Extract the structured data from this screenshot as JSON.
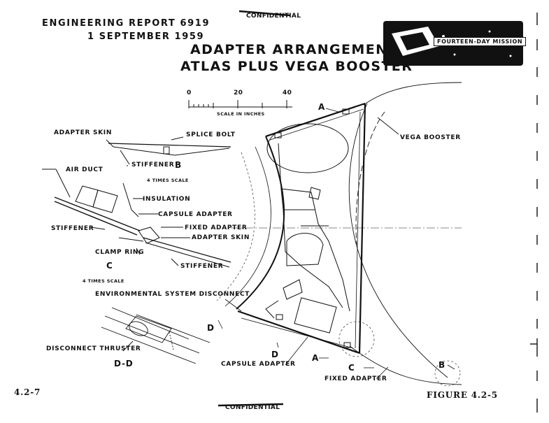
{
  "header": {
    "report": "ENGINEERING REPORT 6919",
    "date": "1 SEPTEMBER 1959",
    "classification_top": "CONFIDENTIAL",
    "classification_bottom": "CONFIDENTIAL"
  },
  "title": {
    "line1": "ADAPTER ARRANGEMENT",
    "line2": "ATLAS PLUS VEGA BOOSTER"
  },
  "badge": {
    "text": "FOURTEEN-DAY MISSION",
    "logo_icon": "capsule-emblem-icon"
  },
  "scale": {
    "ticks": [
      "0",
      "20",
      "40"
    ],
    "caption": "SCALE IN INCHES"
  },
  "labels": {
    "adapter_skin": "ADAPTER SKIN",
    "splice_bolt": "SPLICE BOLT",
    "stiffener_b": "STIFFENER",
    "view_b": "B",
    "times_scale_b": "4 TIMES SCALE",
    "air_duct": "AIR DUCT",
    "insulation": "INSULATION",
    "capsule_adapter": "CAPSULE ADAPTER",
    "fixed_adapter": "FIXED ADAPTER",
    "adapter_skin_c": "ADAPTER SKIN",
    "stiffener_left": "STIFFENER",
    "clamp_ring": "CLAMP RING",
    "stiffener_c": "STIFFENER",
    "view_c": "C",
    "times_scale_c": "4 TIMES SCALE",
    "env_disconnect": "ENVIRONMENTAL SYSTEM DISCONNECT",
    "vega_booster": "VEGA BOOSTER",
    "section_a_top": "A",
    "section_a_bottom": "A",
    "section_d_upper": "D",
    "section_d_lower": "D",
    "disconnect_thruster": "DISCONNECT THRUSTER",
    "view_dd": "D-D",
    "capsule_adapter_bottom": "CAPSULE ADAPTER",
    "callout_c": "C",
    "callout_b": "B",
    "fixed_adapter_bottom": "FIXED ADAPTER"
  },
  "footer": {
    "page": "4.2-7",
    "figure": "FIGURE 4.2-5"
  }
}
